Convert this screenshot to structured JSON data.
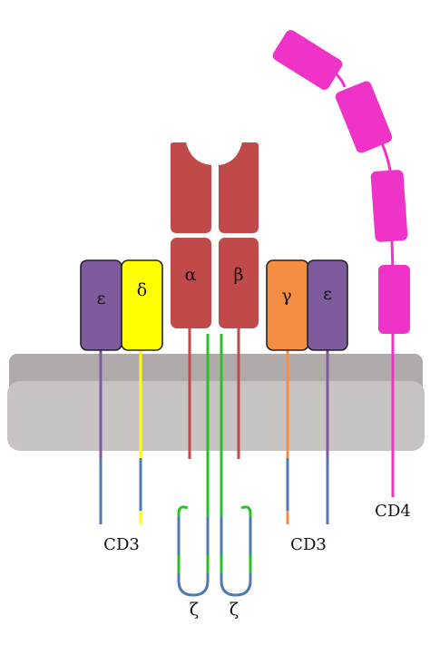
{
  "subunits": {
    "epsilon_left": "ε",
    "delta": "δ",
    "alpha": "α",
    "beta": "β",
    "gamma": "γ",
    "epsilon_right": "ε",
    "zeta_left": "ζ",
    "zeta_right": "ζ"
  },
  "labels": {
    "cd3_left": "CD3",
    "cd3_right": "CD3",
    "cd4": "CD4"
  },
  "colors": {
    "membrane_outer": "#b0aaaa",
    "membrane_inner": "#c8c3c3",
    "epsilon": "#7e5b9c",
    "delta": "#ffff00",
    "gamma": "#f58e42",
    "tcr": "#c04a49",
    "zeta": "#2bbf2b",
    "itam": "#4f79b0",
    "cd4": "#ef33c9"
  }
}
